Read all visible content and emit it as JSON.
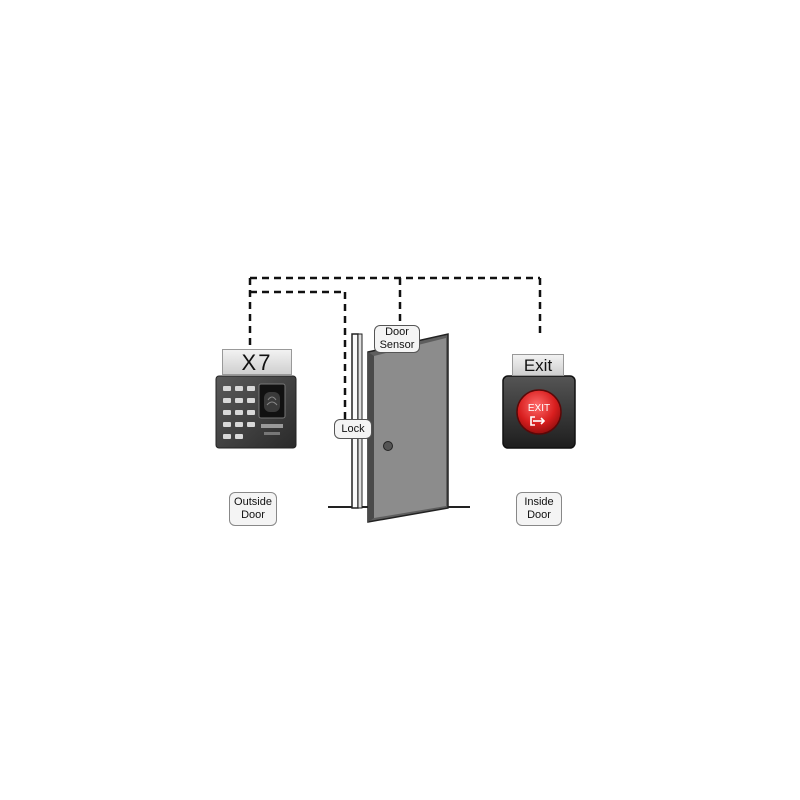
{
  "devices": {
    "reader": {
      "model": "X7",
      "keypad_icon": "keypad-icon",
      "fingerprint_icon": "fingerprint-sensor-icon"
    },
    "exit_button": {
      "sign": "Exit",
      "button_text": "EXIT",
      "icon": "exit-door-arrow-icon",
      "button_color": "#d81e1e"
    }
  },
  "labels": {
    "door_sensor": [
      "Door",
      "Sensor"
    ],
    "lock": "Lock",
    "outside_door": [
      "Outside",
      "Door"
    ],
    "inside_door": [
      "Inside",
      "Door"
    ]
  },
  "colors": {
    "door": "#8c8c8c",
    "door_dark": "#5e5e5e",
    "wiring": "#111111",
    "exit_body": "#2e2e2e"
  }
}
